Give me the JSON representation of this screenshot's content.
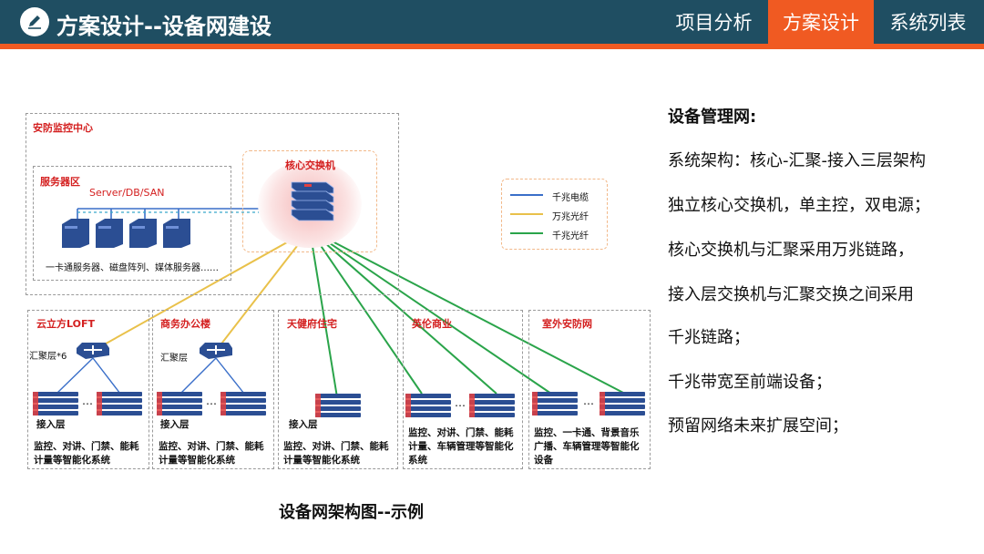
{
  "header": {
    "title": "方案设计--设备网建设",
    "tabs": [
      {
        "label": "项目分析",
        "active": false
      },
      {
        "label": "方案设计",
        "active": true
      },
      {
        "label": "系统列表",
        "active": false
      }
    ],
    "colors": {
      "bar": "#1f4e62",
      "accent": "#f05a22"
    }
  },
  "diagram": {
    "center_label": "安防监控中心",
    "server_zone_label": "服务器区",
    "server_zone_sub": "Server/DB/SAN",
    "server_caption": "一卡通服务器、磁盘阵列、媒体服务器……",
    "core_label": "核心交换机",
    "legend": [
      {
        "label": "千兆电缆",
        "color": "#3a6fc9"
      },
      {
        "label": "万兆光纤",
        "color": "#e9c14a"
      },
      {
        "label": "千兆光纤",
        "color": "#2aa44a"
      }
    ],
    "sites": [
      {
        "name": "云立方LOFT",
        "agg_label": "汇聚层*6",
        "access_label": "接入层",
        "desc": "监控、对讲、门禁、能耗计量等智能化系统"
      },
      {
        "name": "商务办公楼",
        "agg_label": "汇聚层",
        "access_label": "接入层",
        "desc": "监控、对讲、门禁、能耗计量等智能化系统"
      },
      {
        "name": "天健府住宅",
        "agg_label": "",
        "access_label": "接入层",
        "desc": "监控、对讲、门禁、能耗计量等智能化系统"
      },
      {
        "name": "英伦商业",
        "agg_label": "",
        "access_label": "",
        "desc": "监控、对讲、门禁、能耗计量、车辆管理等智能化系统"
      },
      {
        "name": "室外安防网",
        "agg_label": "",
        "access_label": "",
        "desc": "监控、一卡通、背景音乐广播、车辆管理等智能化设备"
      }
    ],
    "caption": "设备网架构图--示例"
  },
  "right_panel": {
    "heading": "设备管理网:",
    "lines": [
      "系统架构：核心-汇聚-接入三层架构",
      "独立核心交换机，单主控，双电源；",
      "核心交换机与汇聚采用万兆链路，",
      "接入层交换机与汇聚交换之间采用",
      "千兆链路；",
      "千兆带宽至前端设备；",
      "预留网络未来扩展空间；"
    ]
  }
}
